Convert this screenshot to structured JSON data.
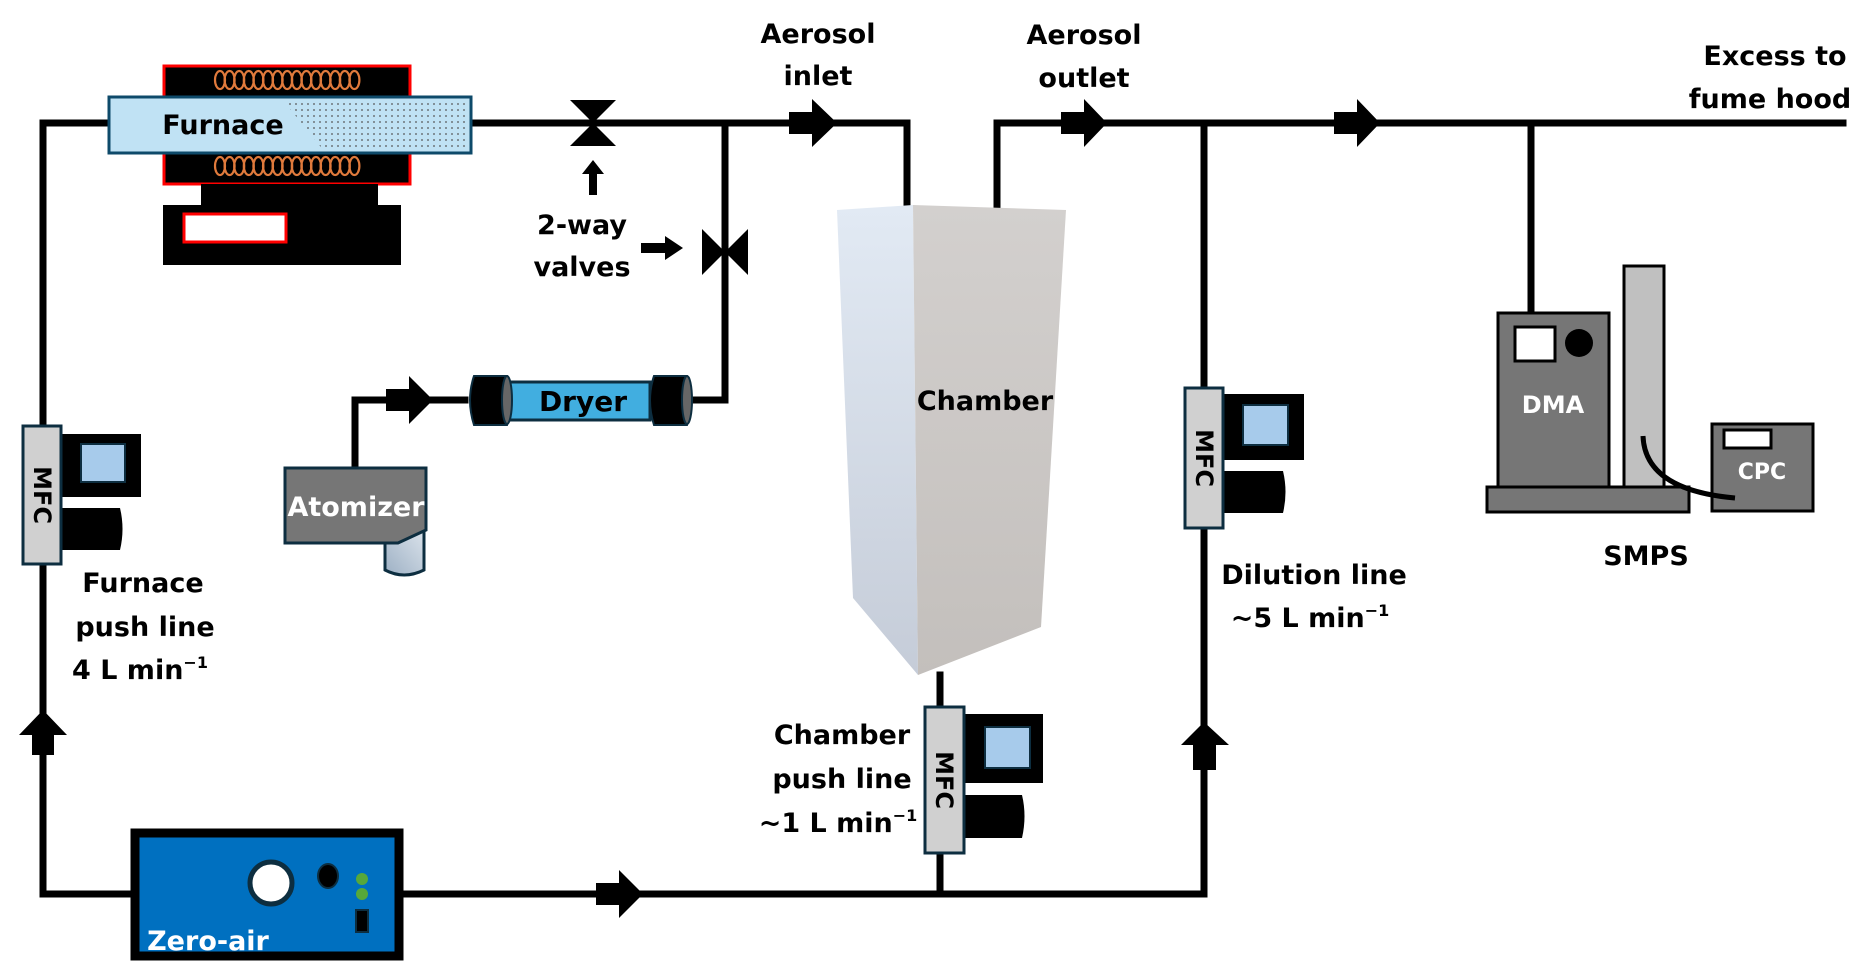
{
  "diagram": {
    "labels": {
      "furnace": "Furnace",
      "aerosol_inlet": [
        "Aerosol",
        "inlet"
      ],
      "aerosol_outlet": [
        "Aerosol",
        "outlet"
      ],
      "excess": [
        "Excess to",
        "fume hood"
      ],
      "two_way_valves": [
        "2-way",
        "valves"
      ],
      "dryer": "Dryer",
      "atomizer": "Atomizer",
      "chamber": "Chamber",
      "zero_air": "Zero-air",
      "dma": "DMA",
      "cpc": "CPC",
      "smps": "SMPS",
      "mfc": "MFC"
    },
    "flow_lines": {
      "furnace_push": {
        "line1": "Furnace",
        "line2": "push line",
        "rate": "4 L min",
        "exp": "−1"
      },
      "chamber_push": {
        "line1": "Chamber",
        "line2": "push line",
        "rate": "~1 L min",
        "exp": "−1"
      },
      "dilution": {
        "line1": "Dilution line",
        "rate": "~5 L min",
        "exp": "−1"
      }
    },
    "colors": {
      "furnace_tube": "#C0E2F4",
      "furnace_border": "#FF0000",
      "coil": "#E07A3C",
      "dryer_body": "#41AEE0",
      "zero_air": "#0070C0",
      "mfc_body": "#D0D0D0",
      "mfc_screen": "#A7CBEB",
      "instrument_gray": "#767676",
      "status_led": "#57A83A"
    }
  }
}
